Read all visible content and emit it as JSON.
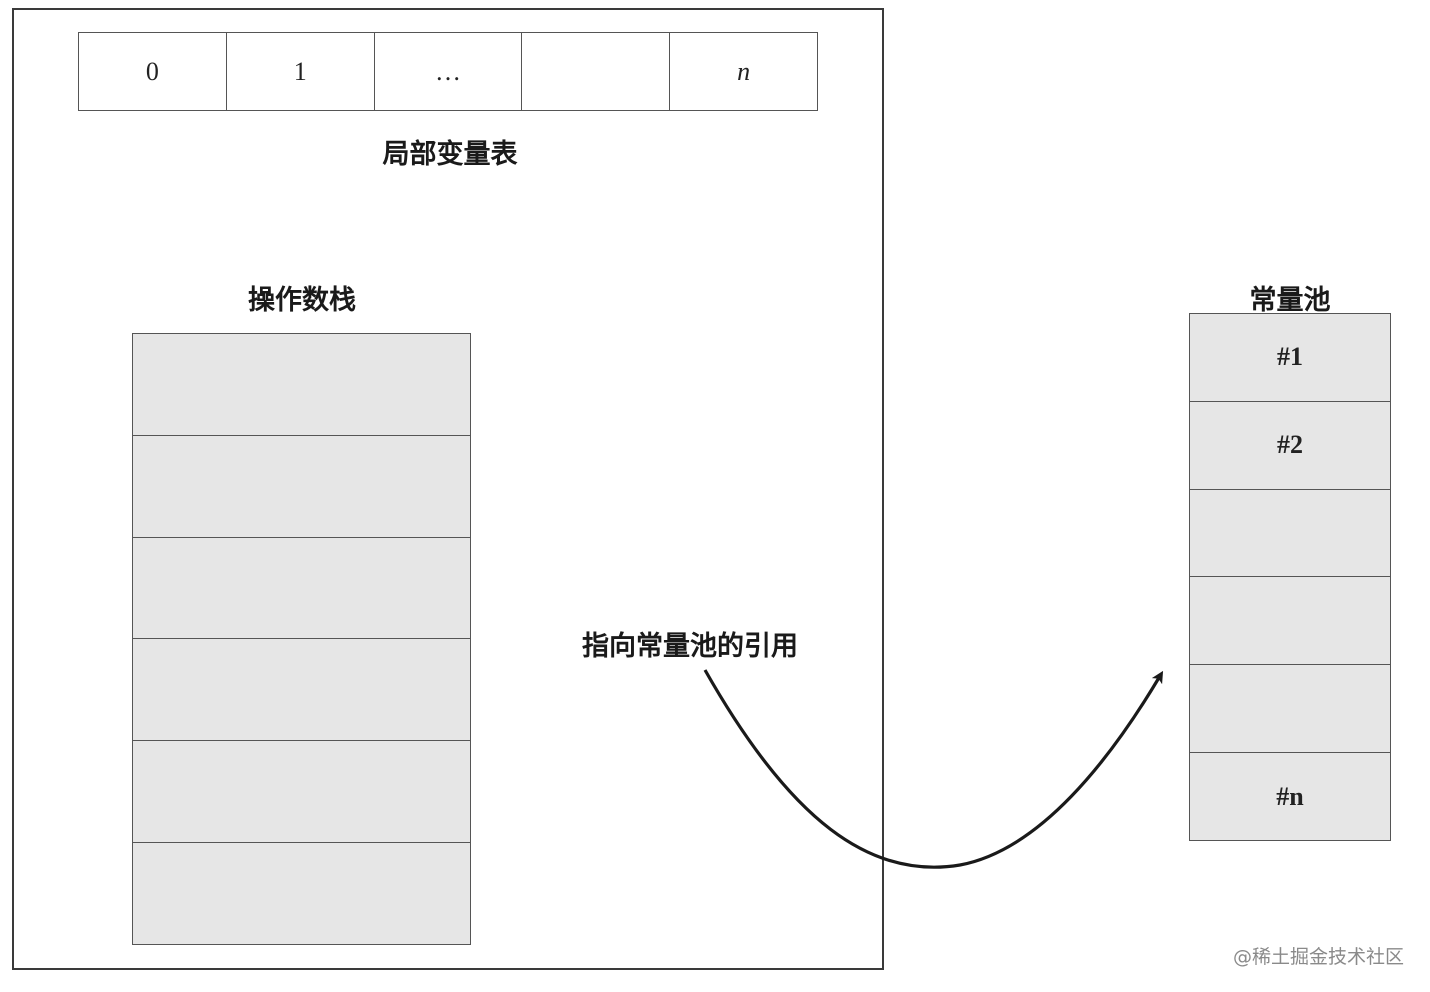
{
  "local_variable_table": {
    "title": "局部变量表",
    "slots": [
      "0",
      "1",
      "…",
      "",
      "n"
    ]
  },
  "operand_stack": {
    "title": "操作数栈",
    "slot_count": 6
  },
  "constant_pool": {
    "title": "常量池",
    "slots": [
      "#1",
      "#2",
      "",
      "",
      "",
      "#n"
    ]
  },
  "reference_label": "指向常量池的引用",
  "watermark": "@稀土掘金技术社区",
  "colors": {
    "slot_fill": "#e6e6e6",
    "border": "#555555",
    "frame_border": "#3a3a3a",
    "arrow": "#1a1a1a"
  }
}
